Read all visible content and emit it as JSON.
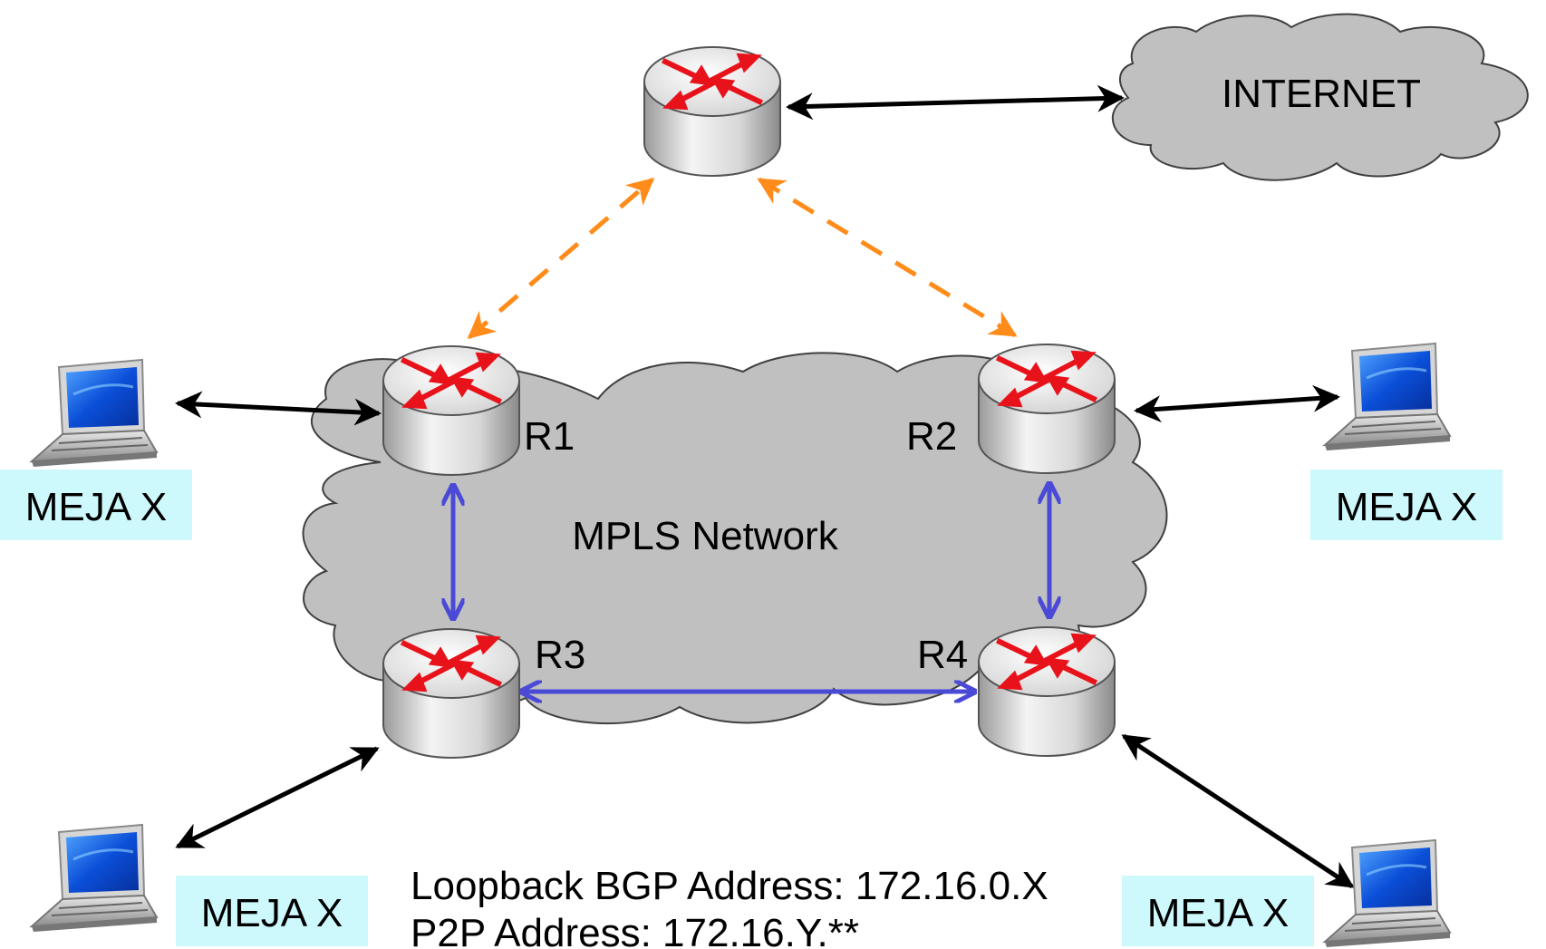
{
  "clouds": {
    "internet_label": "INTERNET",
    "mpls_label": "MPLS Network"
  },
  "routers": {
    "r1": "R1",
    "r2": "R2",
    "r3": "R3",
    "r4": "R4"
  },
  "tables": {
    "top_left": "MEJA X",
    "top_right": "MEJA X",
    "bottom_left": "MEJA X",
    "bottom_right": "MEJA X"
  },
  "notes": {
    "loopback": "Loopback BGP Address: 172.16.0.X",
    "p2p": "P2P Address: 172.16.Y.**"
  },
  "colors": {
    "cloud_fill": "#c0c0c0",
    "cloud_stroke": "#404040",
    "label_bg": "#cdf8fc",
    "ibgp_link": "#ff8c1a",
    "mpls_link": "#4a4ad6",
    "access_link": "#000000",
    "router_arrow": "#e8121b"
  },
  "icons": {
    "router": "router-icon",
    "laptop": "laptop-icon",
    "cloud": "cloud-icon"
  }
}
